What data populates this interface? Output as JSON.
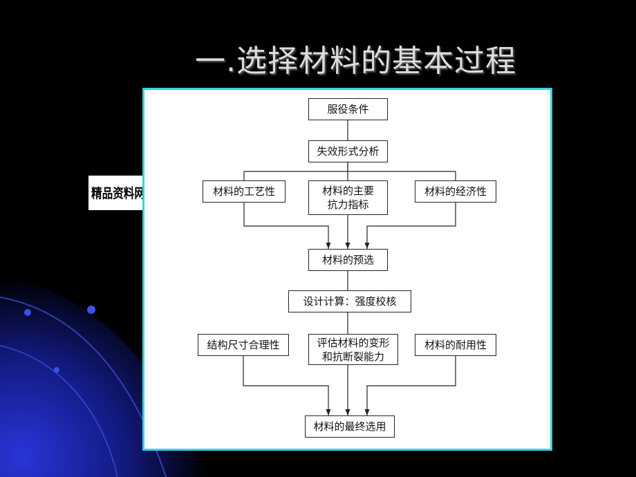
{
  "slide": {
    "title": "一.选择材料的基本过程"
  },
  "stamp": {
    "text": "精品资料网"
  },
  "diagram": {
    "nodes": {
      "service_conditions": [
        "服役条件"
      ],
      "failure_analysis": [
        "失效形式分析"
      ],
      "process_property": [
        "材料的工艺性"
      ],
      "main_resistance": [
        "材料的主要",
        "抗力指标"
      ],
      "economy": [
        "材料的经济性"
      ],
      "preselection": [
        "材料的预选"
      ],
      "design_calc": [
        "设计计算：强度校核"
      ],
      "structure_size": [
        "结构尺寸合理性"
      ],
      "evaluate_capacity": [
        "评估材料的变形",
        "和抗断裂能力"
      ],
      "durability": [
        "材料的耐用性"
      ],
      "final_selection": [
        "材料的最终选用"
      ]
    }
  },
  "colors": {
    "panel_border": "#33d4e6",
    "title": "#dcdcdc",
    "background": "#000000"
  }
}
